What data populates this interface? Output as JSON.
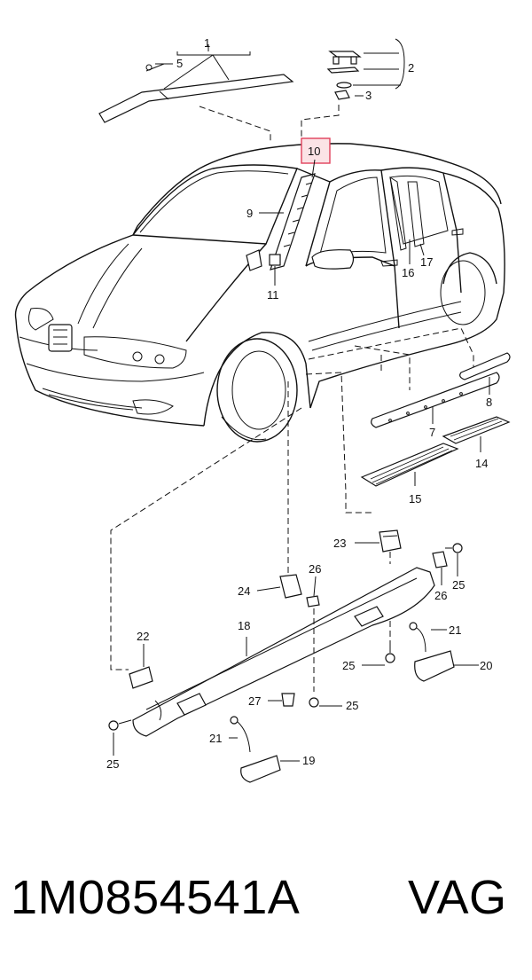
{
  "callouts": [
    {
      "id": "c1",
      "text": "1"
    },
    {
      "id": "c2",
      "text": "2"
    },
    {
      "id": "c3",
      "text": "3"
    },
    {
      "id": "c5",
      "text": "5"
    },
    {
      "id": "c8",
      "text": "8"
    },
    {
      "id": "c9",
      "text": "9"
    },
    {
      "id": "c10",
      "text": "10"
    },
    {
      "id": "c11",
      "text": "11"
    },
    {
      "id": "c14",
      "text": "14"
    },
    {
      "id": "c15",
      "text": "15"
    },
    {
      "id": "c16",
      "text": "16"
    },
    {
      "id": "c17",
      "text": "17"
    },
    {
      "id": "c7",
      "text": "7"
    },
    {
      "id": "c18",
      "text": "18"
    },
    {
      "id": "c19",
      "text": "19"
    },
    {
      "id": "c20",
      "text": "20"
    },
    {
      "id": "c21a",
      "text": "21"
    },
    {
      "id": "c21b",
      "text": "21"
    },
    {
      "id": "c22",
      "text": "22"
    },
    {
      "id": "c23",
      "text": "23"
    },
    {
      "id": "c24",
      "text": "24"
    },
    {
      "id": "c25a",
      "text": "25"
    },
    {
      "id": "c25b",
      "text": "25"
    },
    {
      "id": "c25c",
      "text": "25"
    },
    {
      "id": "c25d",
      "text": "25"
    },
    {
      "id": "c26a",
      "text": "26"
    },
    {
      "id": "c26b",
      "text": "26"
    },
    {
      "id": "c27",
      "text": "27"
    }
  ],
  "highlight_color": "#e0405a",
  "footer": {
    "part_number": "1M0854541A",
    "brand": "VAG"
  }
}
